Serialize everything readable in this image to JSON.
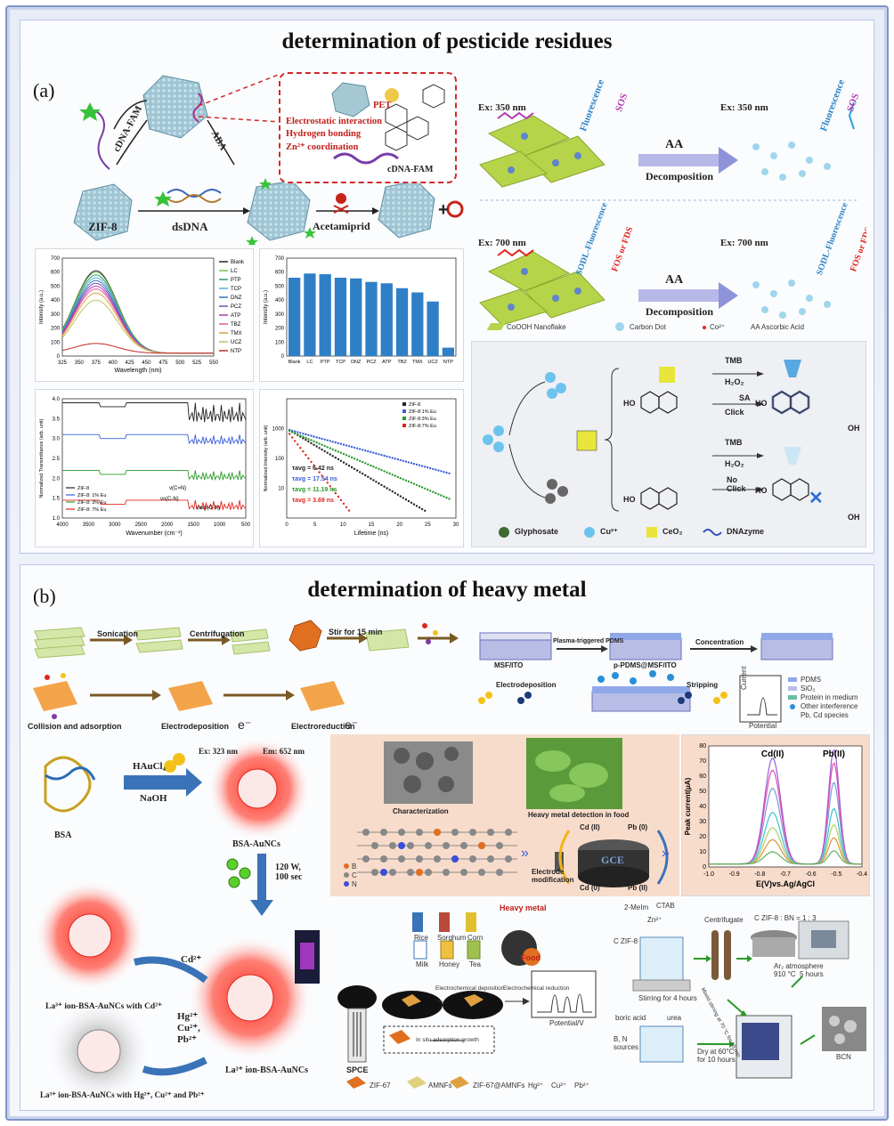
{
  "panel_a": {
    "letter": "(a)",
    "title": "determination of pesticide residues",
    "scheme_top": {
      "labels": {
        "cdna_fam": "cDNA-FAM",
        "aba": "ABA",
        "zif8": "ZIF-8",
        "dsdna": "dsDNA",
        "acetamiprid": "Acetamiprid",
        "plus": "+",
        "interaction_1": "Electrostatic interaction",
        "interaction_2": "Hydrogen bonding",
        "interaction_3": "Zn²⁺ coordination",
        "pet": "PET",
        "cdna_fam_inset": "cDNA-FAM"
      }
    },
    "fluorescence_chart": {
      "xlabel": "Wavelength (nm)",
      "ylabel": "Intensity (a.u.)",
      "xticks": [
        "325",
        "350",
        "375",
        "400",
        "425",
        "450",
        "475",
        "500",
        "525",
        "550"
      ],
      "yticks": [
        "0",
        "100",
        "200",
        "300",
        "400",
        "500",
        "600",
        "700"
      ],
      "legend": [
        "Blank",
        "LC",
        "PTP",
        "TCP",
        "DNZ",
        "PCZ",
        "ATP",
        "TBZ",
        "TMX",
        "UCZ",
        "NTP"
      ]
    },
    "bar_chart": {
      "ylabel": "Intensity (a.u.)",
      "yticks": [
        "0",
        "100",
        "200",
        "300",
        "400",
        "500",
        "600",
        "700"
      ],
      "categories": [
        "Blank",
        "LC",
        "PTP",
        "TCP",
        "DNZ",
        "PCZ",
        "ATP",
        "TBZ",
        "TMX",
        "UCZ",
        "NTP"
      ]
    },
    "ftir_chart": {
      "xlabel": "Wavenumber (cm⁻¹)",
      "ylabel": "Normalized Transmittance (arb. unit)",
      "xticks": [
        "4000",
        "3500",
        "3000",
        "2500",
        "2000",
        "1500",
        "1000",
        "500"
      ],
      "yticks": [
        "1.0",
        "1.5",
        "2.0",
        "2.5",
        "3.0",
        "3.5",
        "4.0"
      ],
      "legend": [
        "ZIF-8",
        "ZIF-8: 1% Eu",
        "ZIF-8: 3% Eu",
        "ZIF-8: 7% Eu"
      ],
      "annotations": [
        "ν(C=N)",
        "νs(C-N)",
        "νasy(C-N)"
      ]
    },
    "decay_chart": {
      "xlabel": "Lifetime (ns)",
      "ylabel": "Normalized Intensity (arb. unit)",
      "xticks": [
        "0",
        "5",
        "10",
        "15",
        "20",
        "25",
        "30"
      ],
      "yticks": [
        "10",
        "100",
        "1000"
      ],
      "legend": [
        "ZIF-8",
        "ZIF-8:1% Eu",
        "ZIF-8:3% Eu",
        "ZIF-8:7% Eu"
      ],
      "tau_labels": [
        "τavg = 6.42 ns",
        "τavg = 17.54 ns",
        "τavg = 11.19 ns",
        "τavg = 3.69 ns"
      ]
    },
    "scheme_right": {
      "ex_350": "Ex: 350 nm",
      "ex_350b": "Ex: 350 nm",
      "ex_700": "Ex: 700 nm",
      "ex_700b": "Ex: 700 nm",
      "fluorescence": "Fluorescence",
      "sos": "SOS",
      "sodl_fluorescence": "SODL-Fluorescence",
      "fos_fds": "FOS or FDS",
      "aa": "AA",
      "decomposition": "Decomposition",
      "legend": [
        "CoOOH Nanoflake",
        "Carbon Dot",
        "Co²⁺",
        "AA  Ascorbic Acid"
      ]
    },
    "scheme_glyphosate": {
      "tmb": "TMB",
      "h2o2": "H₂O₂",
      "sa": "SA",
      "click": "Click",
      "no_click": "No\nClick",
      "ho": "HO",
      "oh": "OH",
      "legend": [
        "Glyphosate",
        "Cu²⁺",
        "CeO₂",
        "DNAzyme"
      ]
    }
  },
  "panel_b": {
    "letter": "(b)",
    "title": "determination of heavy metal",
    "scheme_top_left": {
      "steps": [
        "Sonication",
        "Centrifugation",
        "Stir for 15 min"
      ],
      "bottom": [
        "Collision and adsorption",
        "Electrodeposition",
        "Electroreduction"
      ],
      "electron": "e⁻"
    },
    "scheme_top_right": {
      "labels": [
        "MSF/ITO",
        "Plasma-triggered PDMS",
        "p-PDMS@MSF/ITO",
        "Concentration",
        "Electrodeposition",
        "Stripping"
      ],
      "legend": [
        "PDMS",
        "SiO₂",
        "Protein in medium",
        "Other interference",
        "Pb, Cd species"
      ],
      "axes": [
        "Current",
        "Potential"
      ]
    },
    "scheme_bsa": {
      "bsa": "BSA",
      "haucl4": "HAuCl₄",
      "naoh": "NaOH",
      "ex": "Ex: 323 nm",
      "em": "Em: 652 nm",
      "bsa_aunc": "BSA-AuNCs",
      "conditions": "120 W,\n100 sec",
      "la_bsa": "La³⁺ ion-BSA-AuNCs",
      "la_cd": "La³⁺ ion-BSA-AuNCs with Cd²⁺",
      "cd": "Cd²⁺",
      "hg_cu_pb": "Hg²⁺\nCu²⁺,\nPb²⁺",
      "la_hg": "La³⁺ ion-BSA-AuNCs with Hg²⁺, Cu²⁺ and Pb²⁺"
    },
    "scheme_gce": {
      "characterization": "Characterization",
      "food": "Heavy metal detection in food",
      "electrode_mod": "Electrode\nmodification",
      "gce": "GCE",
      "cd2": "Cd (II)",
      "pb0": "Pb (0)",
      "cd0": "Cd (0)",
      "pb2": "Pb (II)",
      "legend": [
        "B",
        "C",
        "N"
      ]
    },
    "swv_chart": {
      "xlabel": "E(V)vs.Ag/AgCl",
      "ylabel": "Peak current(μA)",
      "xticks": [
        "-1.0",
        "-0.9",
        "-0.8",
        "-0.7",
        "-0.6",
        "-0.5",
        "-0.4"
      ],
      "yticks": [
        "0",
        "10",
        "20",
        "30",
        "40",
        "50",
        "60",
        "70",
        "80"
      ],
      "peak_labels": [
        "Cd(II)",
        "Pb(II)"
      ]
    },
    "scheme_spce": {
      "foods": [
        "Rice",
        "Sorghum",
        "Corn",
        "Milk",
        "Honey",
        "Tea"
      ],
      "heavy_metal": "Heavy metal",
      "food": "Food",
      "electrochemical": "Electrochemical deposition",
      "reduction": "Electrochemical reduction",
      "insitu": "In situ adsorption growth",
      "spce": "SPCE",
      "potential": "Potential/V",
      "legend": [
        "ZIF-67",
        "AMNFs",
        "ZIF-67@AMNFs",
        "Hg²⁺",
        "Cu²⁺",
        "Pb²⁺"
      ]
    },
    "scheme_bcn": {
      "reagents": [
        "2-MeIm",
        "CTAB",
        "Zn²⁺"
      ],
      "czif8": "C ZIF-8",
      "stirring": "Stirring for 4 hours",
      "centrifugate": "Centrifugate",
      "ratio": "C ZIF-8 : BN = 1 : 3",
      "atmosphere": "Ar₂ atmosphere\n910 °C  5 hours",
      "boric": "boric acid",
      "urea": "urea",
      "bn_sources": "B, N\nsources",
      "dry": "Dry at 60°C\nfor 10 hours",
      "mixed": "Mixed stirring at 70 °C for 10 min",
      "bcn": "BCN"
    }
  },
  "colors": {
    "frame": "#7f95c8",
    "panel_border": "#b9c6e4",
    "zif_blue": "#8fb8c8",
    "bar_blue": "#2f7fc7",
    "nanoflake": "#b5d44a",
    "red_glow": "#e0241c",
    "salmon_bg": "#f8dccb"
  }
}
